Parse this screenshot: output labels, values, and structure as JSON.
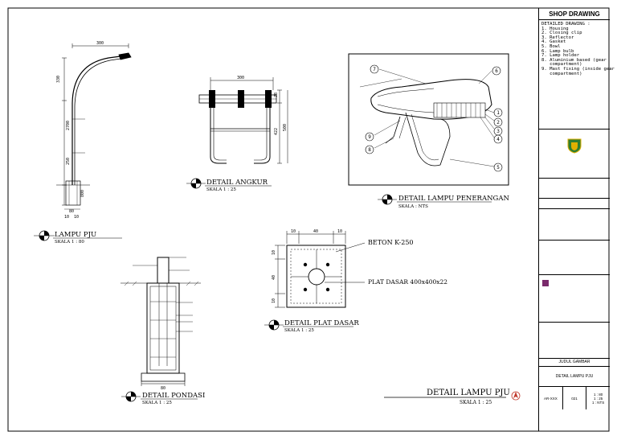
{
  "page_title": "DETAIL LAMPU PJU",
  "page_scale": "SKALA 1 : 25",
  "lampu_pju": {
    "title": "LAMPU PJU",
    "scale": "SKALA 1 : 80",
    "dims": [
      "300",
      "330",
      "2700",
      "250",
      "800",
      "80",
      "10",
      "10"
    ]
  },
  "angkur": {
    "title": "DETAIL ANGKUR",
    "scale": "SKALA 1 : 25",
    "dims": [
      "300",
      "78",
      "422",
      "500"
    ]
  },
  "lampu_penerangan": {
    "title": "DETAIL LAMPU PENERANGAN",
    "scale": "SKALA : NTS",
    "callouts": [
      "7",
      "6",
      "1",
      "2",
      "3",
      "4",
      "9",
      "8",
      "5"
    ]
  },
  "plat_dasar": {
    "title": "DETAIL PLAT DASAR",
    "scale": "SKALA 1 : 25",
    "label_beton": "BETON K-250",
    "label_plat": "PLAT DASAR 400x400x22",
    "dims": [
      "10",
      "40",
      "10",
      "10",
      "40",
      "10"
    ]
  },
  "pondasi": {
    "title": "DETAIL PONDASI",
    "scale": "SKALA 1 : 25",
    "dim": "80"
  },
  "title_block": {
    "header": "SHOP DRAWING",
    "legend_heading": "DETAILED DRAWING :",
    "legend_items": [
      "1. Housing",
      "2. Closing clip",
      "3. Reflector",
      "4. Gasket",
      "5. Bowl",
      "6. Lamp bulb",
      "7. Lamp holder",
      "8. Aluminium based (gear",
      "   compartment)",
      "9. Mast fixing (inside gear",
      "   compartment)"
    ],
    "judul_gambar": "JUDUL GAMBAR",
    "judul_value": "DETAIL LAMPU PJU",
    "scale_values": [
      "1 : 80",
      "1 : 25",
      "1 : NTS"
    ],
    "sheet_code": "AR-XXX",
    "sheet_no": "021"
  },
  "colors": {
    "line": "#000000",
    "accent": "#c0392b",
    "badge": "#7a2a6b",
    "crest": "#2e7d32"
  }
}
